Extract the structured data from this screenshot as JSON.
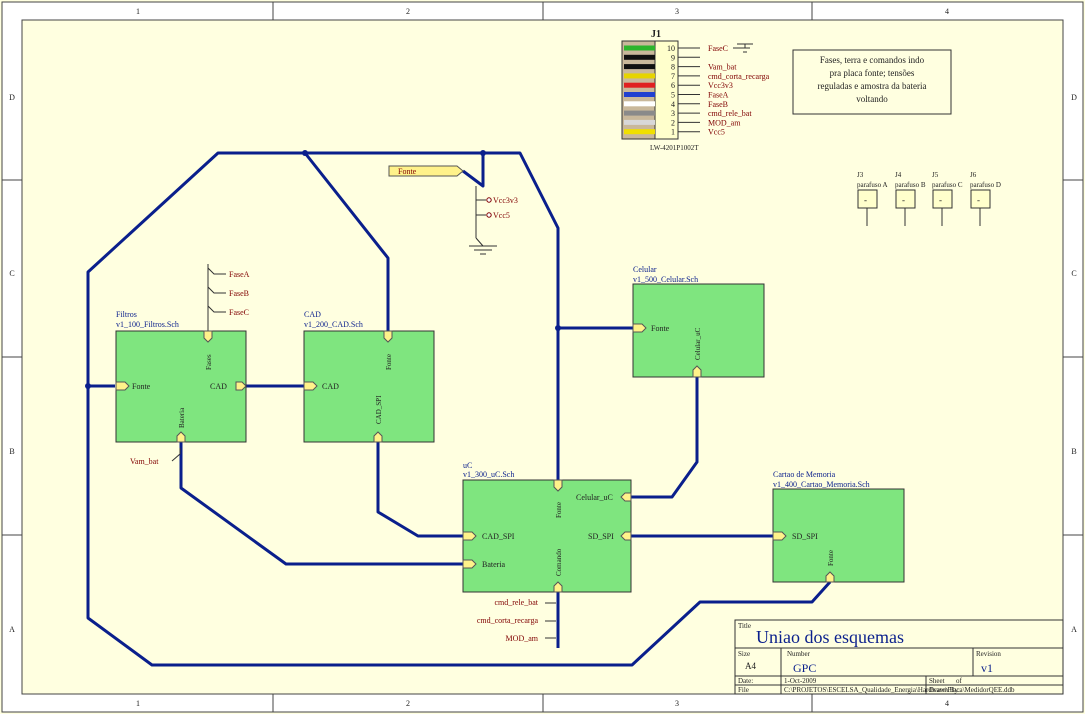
{
  "border": {
    "cols": [
      "1",
      "2",
      "3",
      "4"
    ],
    "rows": [
      "D",
      "C",
      "B",
      "A"
    ]
  },
  "sheets": {
    "filtros": {
      "name": "Filtros",
      "file": "v1_100_Filtros.Sch",
      "ports": {
        "fonte": "Fonte",
        "cad": "CAD",
        "fases": "Fases",
        "bateria": "Bateria"
      }
    },
    "cad": {
      "name": "CAD",
      "file": "v1_200_CAD.Sch",
      "ports": {
        "cad": "CAD",
        "fonte": "Fonte",
        "cad_spi": "CAD_SPI"
      }
    },
    "uc": {
      "name": "uC",
      "file": "v1_300_uC.Sch",
      "ports": {
        "cad_spi": "CAD_SPI",
        "bateria": "Bateria",
        "fonte": "Fonte",
        "comando": "Comando",
        "celular_uc": "Celular_uC",
        "sd_spi": "SD_SPI"
      }
    },
    "celular": {
      "name": "Celular",
      "file": "v1_500_Celular.Sch",
      "ports": {
        "fonte": "Fonte",
        "celular_uc": "Celular_uC"
      }
    },
    "cartao": {
      "name": "Cartao de Memoria",
      "file": "v1_400_Cartao_Memoria.Sch",
      "ports": {
        "sd_spi": "SD_SPI",
        "fonte": "Fonte"
      }
    }
  },
  "net_labels": {
    "fasea": "FaseA",
    "faseb": "FaseB",
    "fasec": "FaseC",
    "vam_bat": "Vam_bat",
    "vcc3v3": "Vcc3v3",
    "vcc5": "Vcc5",
    "cmd_rele_bat": "cmd_rele_bat",
    "cmd_corta_recarga": "cmd_corta_recarga",
    "mod_am": "MOD_am"
  },
  "fonte_port": "Fonte",
  "connector_j1": {
    "designator": "J1",
    "part": "LW-4201P1002T",
    "pins": [
      {
        "num": "10",
        "net": "FaseC",
        "color": "#2db52d"
      },
      {
        "num": "9",
        "net": "",
        "color": "#111111"
      },
      {
        "num": "8",
        "net": "Vam_bat",
        "color": "#111111"
      },
      {
        "num": "7",
        "net": "cmd_corta_recarga",
        "color": "#e6d400"
      },
      {
        "num": "6",
        "net": "Vcc3v3",
        "color": "#e02020"
      },
      {
        "num": "5",
        "net": "FaseA",
        "color": "#2040d0"
      },
      {
        "num": "4",
        "net": "FaseB",
        "color": "#ffffff"
      },
      {
        "num": "3",
        "net": "cmd_rele_bat",
        "color": "#8a8a8a"
      },
      {
        "num": "2",
        "net": "MOD_am",
        "color": "#d8d8d8"
      },
      {
        "num": "1",
        "net": "Vcc5",
        "color": "#f0e000"
      }
    ]
  },
  "note": {
    "line1": "Fases, terra e comandos indo",
    "line2": "pra placa fonte; tensões",
    "line3": "reguladas e amostra da bateria",
    "line4": "voltando"
  },
  "screws": [
    {
      "id": "J3",
      "part": "parafuso A",
      "pin": "-"
    },
    {
      "id": "J4",
      "part": "parafuso B",
      "pin": "-"
    },
    {
      "id": "J5",
      "part": "parafuso C",
      "pin": "-"
    },
    {
      "id": "J6",
      "part": "parafuso D",
      "pin": "-"
    }
  ],
  "title_block": {
    "title_label": "Title",
    "title": "Uniao dos esquemas",
    "size_label": "Size",
    "size": "A4",
    "number_label": "Number",
    "number": "GPC",
    "revision_label": "Revision",
    "revision": "v1",
    "date_label": "Date:",
    "date": "1-Oct-2009",
    "sheet_label": "Sheet",
    "of_label": "of",
    "file_label": "File",
    "file": "C:\\PROJETOS\\ESCELSA_Qualidade_Energia\\Hardware\\Placa\\MedidorQEE.ddb",
    "drawn_by": "Drawn By:"
  },
  "colors": {
    "paper": "#ffffe0",
    "wire": "#0a1f8c",
    "sheet_fill": "#7fe57f",
    "port_fill": "#fff28a",
    "net_text": "#800000",
    "sheet_text": "#0a1f8c"
  }
}
